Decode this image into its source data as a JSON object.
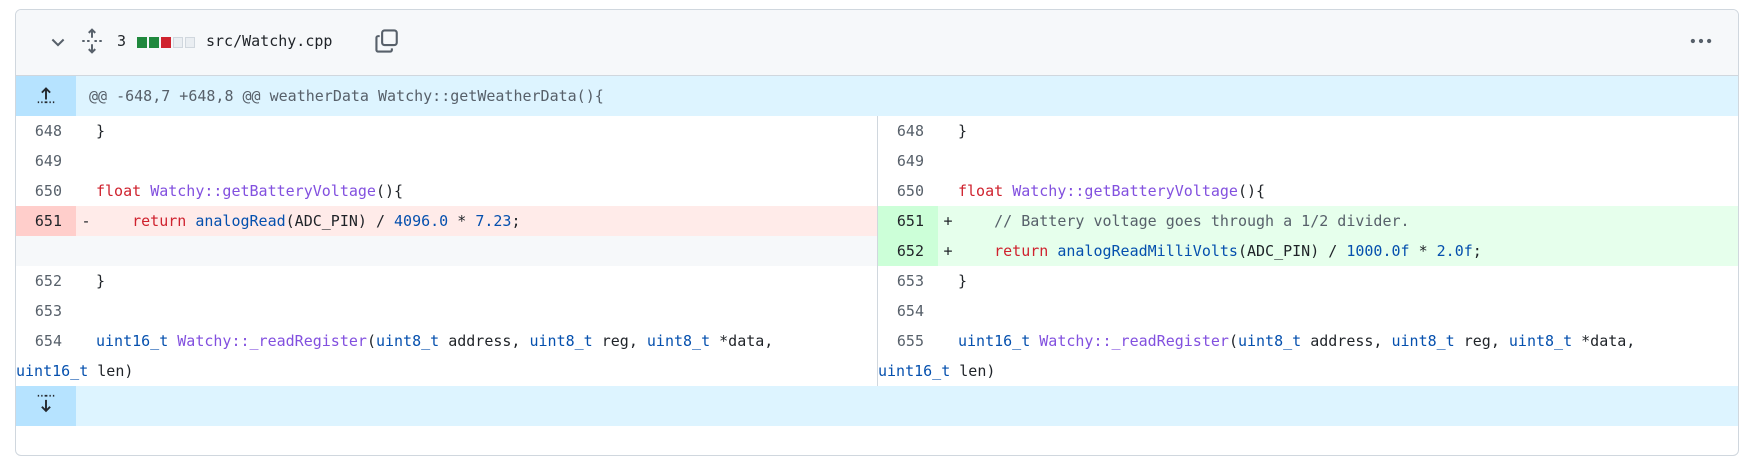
{
  "header": {
    "changes_count": "3",
    "diffstat": [
      "add",
      "add",
      "del",
      "neutral",
      "neutral"
    ],
    "file_path": "src/Watchy.cpp",
    "icons": {
      "collapse": "chevron-down-icon",
      "expand": "expand-all-icon",
      "copy": "copy-icon",
      "menu": "kebab-horizontal-icon"
    }
  },
  "hunk": {
    "header": "@@ -648,7 +648,8 @@ weatherData Watchy::getWeatherData(){"
  },
  "left": {
    "l648": "648",
    "l649": "649",
    "l650": "650",
    "l651": "651",
    "l652": "652",
    "l653": "653",
    "l654": "654",
    "del_marker": "-"
  },
  "right": {
    "r648": "648",
    "r649": "649",
    "r650": "650",
    "r651": "651",
    "r652": "652",
    "r653": "653",
    "r654": "654",
    "r655": "655",
    "add_marker": "+"
  },
  "code": {
    "brace": "}",
    "kw_float": "float",
    "fn_getBattery": "Watchy::getBatteryVoltage",
    "parens_open": "(){",
    "kw_return": "return",
    "fn_analogRead": "analogRead",
    "arg_adc": "(ADC_PIN) / ",
    "num_4096": "4096.0",
    "op_mul": " * ",
    "num_723": "7.23",
    "semi": ";",
    "comment_divider": "// Battery voltage goes through a 1/2 divider.",
    "fn_analogReadMilli": "analogReadMilliVolts",
    "num_1000": "1000.0f",
    "num_2": "2.0f",
    "type_uint16": "uint16_t",
    "fn_readRegister": "Watchy::_readRegister",
    "paren_open": "(",
    "type_uint8": "uint8_t",
    "arg_address": " address, ",
    "arg_reg": " reg, ",
    "arg_data": " *data,",
    "arg_len": " len)"
  }
}
